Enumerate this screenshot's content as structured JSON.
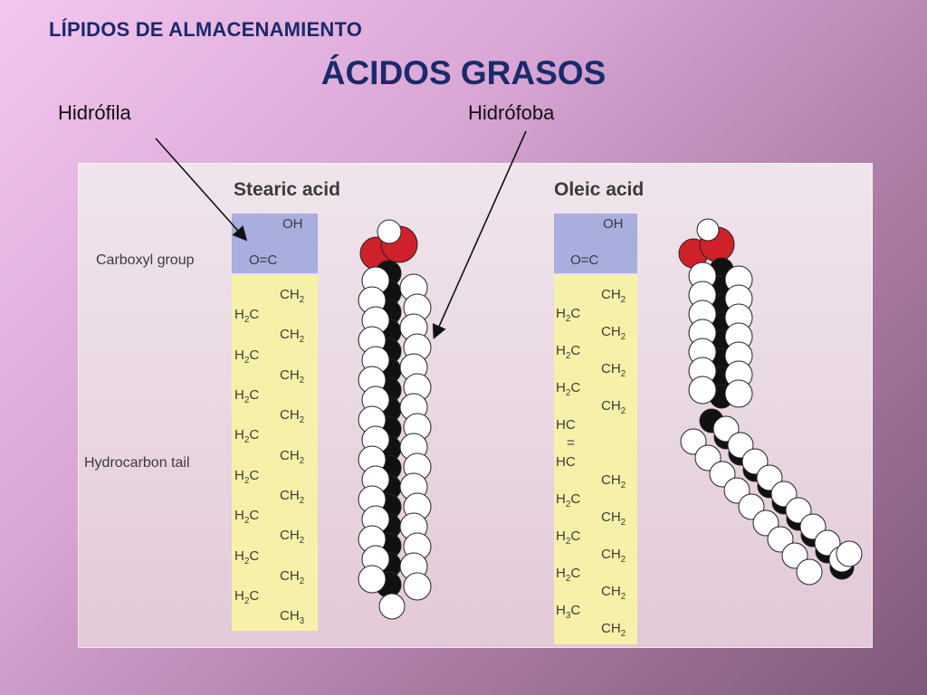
{
  "header": {
    "kicker": "LÍPIDOS DE ALMACENAMIENTO",
    "title": "ÁCIDOS GRASOS",
    "label_left": "Hidrófila",
    "label_right": "Hidrófoba"
  },
  "figure": {
    "stearic": {
      "name": "Stearic acid",
      "carboxyl_label": "Carboxyl group",
      "tail_label": "Hydrocarbon tail",
      "oh": "OH",
      "co": "O=C",
      "chain": [
        "CH2",
        "H2C",
        "CH2",
        "H2C",
        "CH2",
        "H2C",
        "CH2",
        "H2C",
        "CH2",
        "H2C",
        "CH2",
        "H2C",
        "CH2",
        "H2C",
        "CH2",
        "H2C",
        "CH3"
      ]
    },
    "oleic": {
      "name": "Oleic acid",
      "oh": "OH",
      "co": "O=C",
      "chain": [
        "CH2",
        "H2C",
        "CH2",
        "H2C",
        "CH2",
        "H2C",
        "CH2",
        "HC",
        "=",
        "HC",
        "CH2",
        "H2C",
        "CH2",
        "H2C",
        "CH2",
        "H2C",
        "CH2",
        "H3C",
        "CH2"
      ]
    }
  },
  "colors": {
    "title": "#1a2a6b",
    "carboxyl_panel": "#a8aede",
    "tail_panel": "#f7f0a9",
    "oxygen": "#d0202a",
    "carbon": "#111111",
    "hydrogen": "#ffffff"
  }
}
